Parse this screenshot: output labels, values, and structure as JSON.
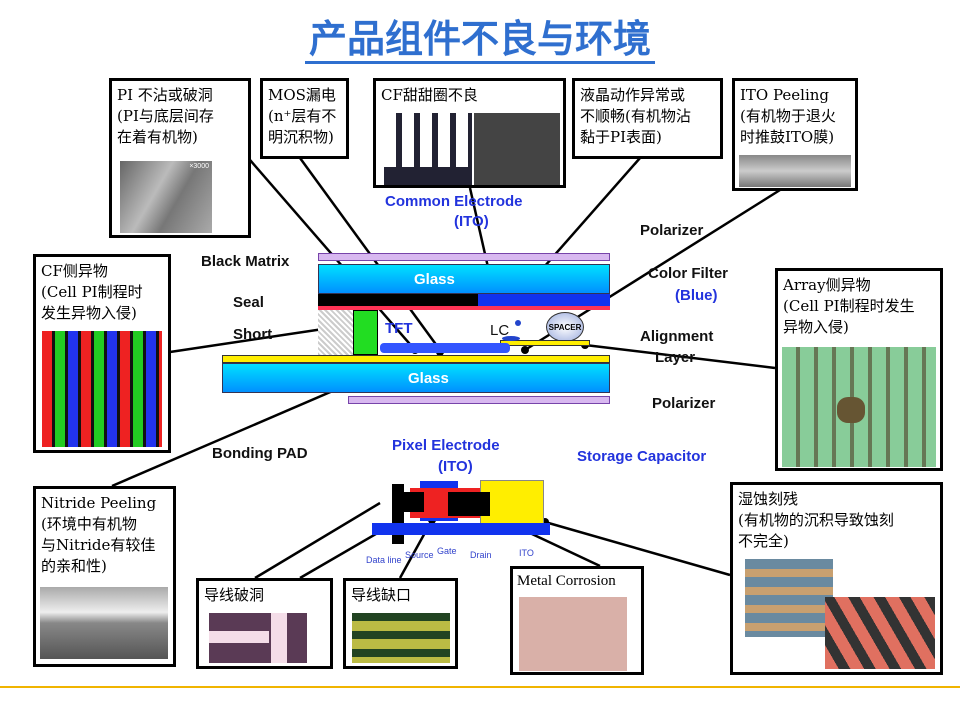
{
  "title": "产品组件不良与环境",
  "defects": {
    "pi": [
      "PI 不沾或破洞",
      "(PI与底层间存",
      "在着有机物)"
    ],
    "mos": [
      "MOS漏电",
      "(n⁺层有不",
      "明沉积物)"
    ],
    "cf_ring": [
      "CF甜甜圈不良"
    ],
    "lc": [
      "液晶动作异常或",
      "不顺畅(有机物沾",
      "黏于PI表面)"
    ],
    "ito": [
      "ITO Peeling",
      "(有机物于退火",
      "时推鼓ITO膜)"
    ],
    "cf_particle": [
      "CF侧异物",
      "(Cell PI制程时",
      "发生异物入侵)"
    ],
    "array_particle": [
      "Array侧异物",
      "(Cell PI制程时发生",
      "异物入侵)"
    ],
    "nitride": [
      "Nitride Peeling",
      "(环境中有机物",
      "与Nitride有较佳",
      "的亲和性)"
    ],
    "wire_hole": [
      "导线破洞"
    ],
    "wire_gap": [
      "导线缺口"
    ],
    "corrosion": [
      "Metal Corrosion"
    ],
    "etch": [
      "湿蚀刻残",
      "(有机物的沉积导致蚀刻",
      "不完全)"
    ]
  },
  "sem_label": "×3000",
  "diagram": {
    "common_electrode": "Common Electrode",
    "common_ito": "(ITO)",
    "polarizer_top": "Polarizer",
    "black_matrix": "Black Matrix",
    "color_filter": "Color Filter",
    "color_filter_blue": "(Blue)",
    "seal": "Seal",
    "short": "Short",
    "tft": "TFT",
    "lc": "LC",
    "spacer": "SPACER",
    "alignment": "Alignment",
    "layer": "Layer",
    "glass_top": "Glass",
    "glass_bottom": "Glass",
    "polarizer_bottom": "Polarizer",
    "bonding_pad": "Bonding PAD",
    "pixel_electrode": "Pixel Electrode",
    "pixel_ito": "(ITO)",
    "storage_capacitor": "Storage Capacitor"
  },
  "tft_labels": {
    "data_line": "Data line",
    "source": "Source",
    "gate": "Gate",
    "drain": "Drain",
    "ito": "ITO"
  },
  "colors": {
    "title": "#2f6fcf",
    "glass": "#00bfff",
    "blue_label": "#2233dd",
    "bottom_rule": "#f0b400"
  }
}
